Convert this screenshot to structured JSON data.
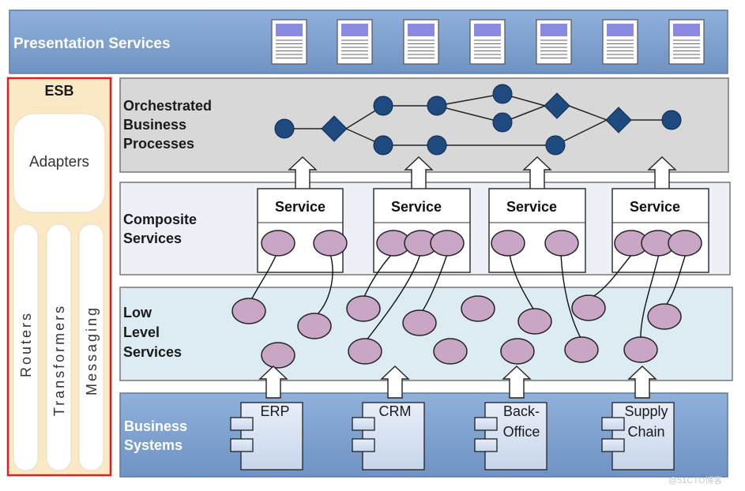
{
  "layers": {
    "presentation": "Presentation Services",
    "orchestrated": [
      "Orchestrated",
      "Business",
      "Processes"
    ],
    "composite": [
      "Composite",
      "Services"
    ],
    "low_level": [
      "Low",
      "Level",
      "Services"
    ],
    "business": [
      "Business",
      "Systems"
    ]
  },
  "esb": {
    "title": "ESB",
    "adapters": "Adapters",
    "columns": [
      "Routers",
      "Transformers",
      "Messaging"
    ]
  },
  "services": [
    "Service",
    "Service",
    "Service",
    "Service"
  ],
  "systems": [
    {
      "lines": [
        "ERP"
      ]
    },
    {
      "lines": [
        "CRM"
      ]
    },
    {
      "lines": [
        "Back-",
        "Office"
      ]
    },
    {
      "lines": [
        "Supply",
        "Chain"
      ]
    }
  ],
  "watermark": "@51CTO博客",
  "colors": {
    "presentation_bg": "#7a9fcc",
    "orchestrated_bg": "#d8d8d8",
    "composite_bg": "#eef0f7",
    "low_level_bg": "#dcecf2",
    "business_bg": "#7a9fcc",
    "esb_bg": "#fbe9c6",
    "esb_border": "#e02020",
    "node": "#1e4a80",
    "ellipse": "#c9a6c6"
  }
}
